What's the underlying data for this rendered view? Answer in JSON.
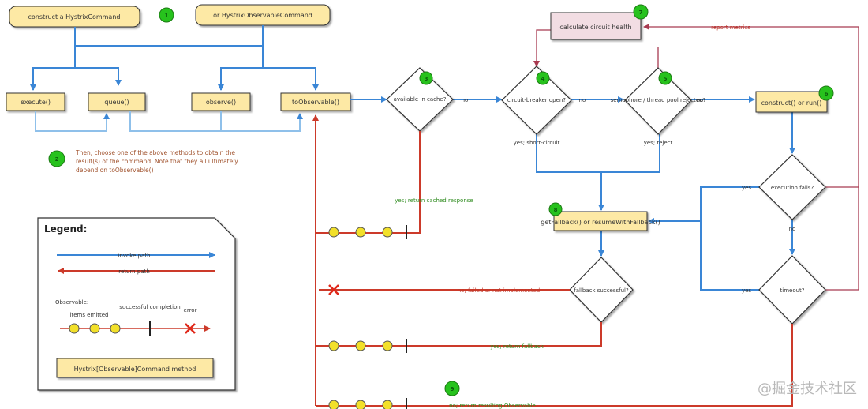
{
  "top_boxes": {
    "construct_command": "construct a HystrixCommand",
    "construct_observable": "or HystrixObservableCommand"
  },
  "methods": {
    "execute": "execute()",
    "queue": "queue()",
    "observe": "observe()",
    "to_observable": "toObservable()"
  },
  "step_numbers": [
    "1",
    "2",
    "3",
    "4",
    "5",
    "6",
    "7",
    "8",
    "9"
  ],
  "note": {
    "line1": "Then, choose one of the above methods to obtain the",
    "line2": "result(s) of the command. Note that they all ultimately",
    "line3": "depend on toObservable()"
  },
  "decisions": {
    "cached": "available in cache?",
    "circuit_open": "circuit-breaker open?",
    "rejected": "semaphore / thread pool rejected?",
    "execution_fails": "execution fails?",
    "timeout": "timeout?",
    "fallback_success": "fallback successful?"
  },
  "process_boxes": {
    "calculate_health": "calculate circuit health",
    "construct_run": "construct() or run()",
    "get_fallback": "getFallback() or resumeWithFallback()"
  },
  "edge_labels": {
    "no": "no",
    "yes": "yes",
    "report_metrics": "report metrics",
    "yes_return_cached": "yes; return cached response",
    "yes_short_circuit": "yes; short-circuit",
    "yes_reject": "yes; reject",
    "fallback_failed": "no; failed or not implemented",
    "yes_return_fallback": "yes; return fallback",
    "no_return_success": "no; return resulting Observable"
  },
  "legend": {
    "title": "Legend:",
    "invoke_path": "invoke path",
    "return_path": "return path",
    "observable": "Observable:",
    "items_emitted": "items emitted",
    "successful_completion": "successful completion",
    "error": "error",
    "method_box": "Hystrix[Observable]Command method"
  },
  "watermark": "@掘金技术社区",
  "colors": {
    "box_fill": "#fde9a5",
    "box_stroke": "#333333",
    "invoke": "#3a86d6",
    "return": "#cc3a2a",
    "step_circle": "#27c21d",
    "health_fill": "#f2dde3",
    "metrics": "#a83a50"
  }
}
